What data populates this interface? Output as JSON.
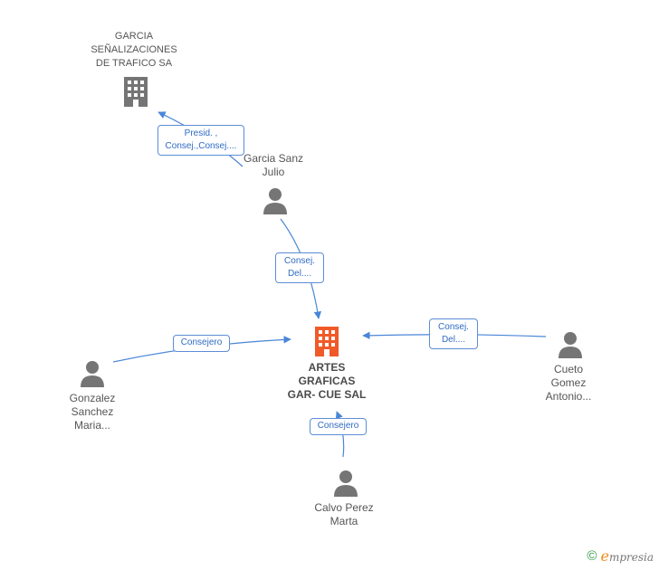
{
  "nodes": {
    "garcia_senalizaciones": {
      "label": "GARCIA\nSEÑALIZACIONES\nDE TRAFICO SA",
      "icon": "building-icon",
      "color": "#757575"
    },
    "garcia_sanz": {
      "label": "Garcia Sanz\nJulio",
      "icon": "person-icon",
      "color": "#757575"
    },
    "artes_graficas": {
      "label": "ARTES\nGRAFICAS\nGAR- CUE SAL",
      "icon": "building-icon",
      "color": "#f05a28"
    },
    "gonzalez_sanchez": {
      "label": "Gonzalez\nSanchez\nMaria...",
      "icon": "person-icon",
      "color": "#757575"
    },
    "cueto_gomez": {
      "label": "Cueto\nGomez\nAntonio...",
      "icon": "person-icon",
      "color": "#757575"
    },
    "calvo_perez": {
      "label": "Calvo Perez\nMarta",
      "icon": "person-icon",
      "color": "#757575"
    }
  },
  "edges": {
    "presid": {
      "label": "Presid. ,\nConsej.,Consej...."
    },
    "consej_del_top": {
      "label": "Consej.\nDel...."
    },
    "consejero_left": {
      "label": "Consejero"
    },
    "consej_del_right": {
      "label": "Consej.\nDel...."
    },
    "consejero_bottom": {
      "label": "Consejero"
    }
  },
  "colors": {
    "edge": "#4a86d8",
    "edge_label_border": "#5b8ed6",
    "edge_label_text": "#2f6bc4"
  },
  "footer": {
    "copyright": "©",
    "brand_initial": "e",
    "brand_rest": "mpresia"
  }
}
